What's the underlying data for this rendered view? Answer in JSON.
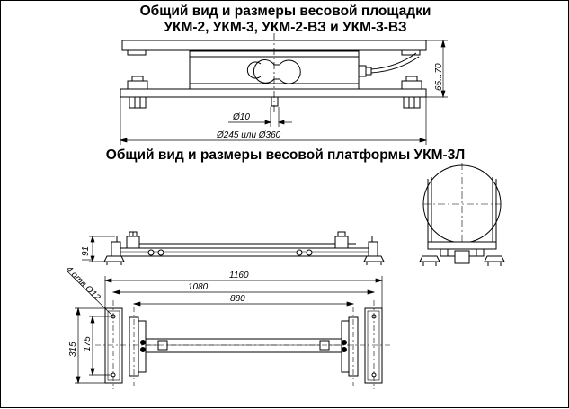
{
  "titles": {
    "title1": "Общий вид и размеры весовой площадки",
    "title2": "УКМ-2, УКМ-3, УКМ-2-ВЗ и УКМ-3-ВЗ",
    "title3": "Общий вид и размеры весовой платформы УКМ-3Л"
  },
  "dims_top": {
    "d10": "Ø10",
    "d245": "Ø245 или Ø360",
    "h": "65...70"
  },
  "dims_bottom": {
    "h91": "91",
    "w1160": "1160",
    "w1080": "1080",
    "w880": "880",
    "holes": "4 отв.Ø12",
    "h315": "315",
    "h175": "175"
  }
}
